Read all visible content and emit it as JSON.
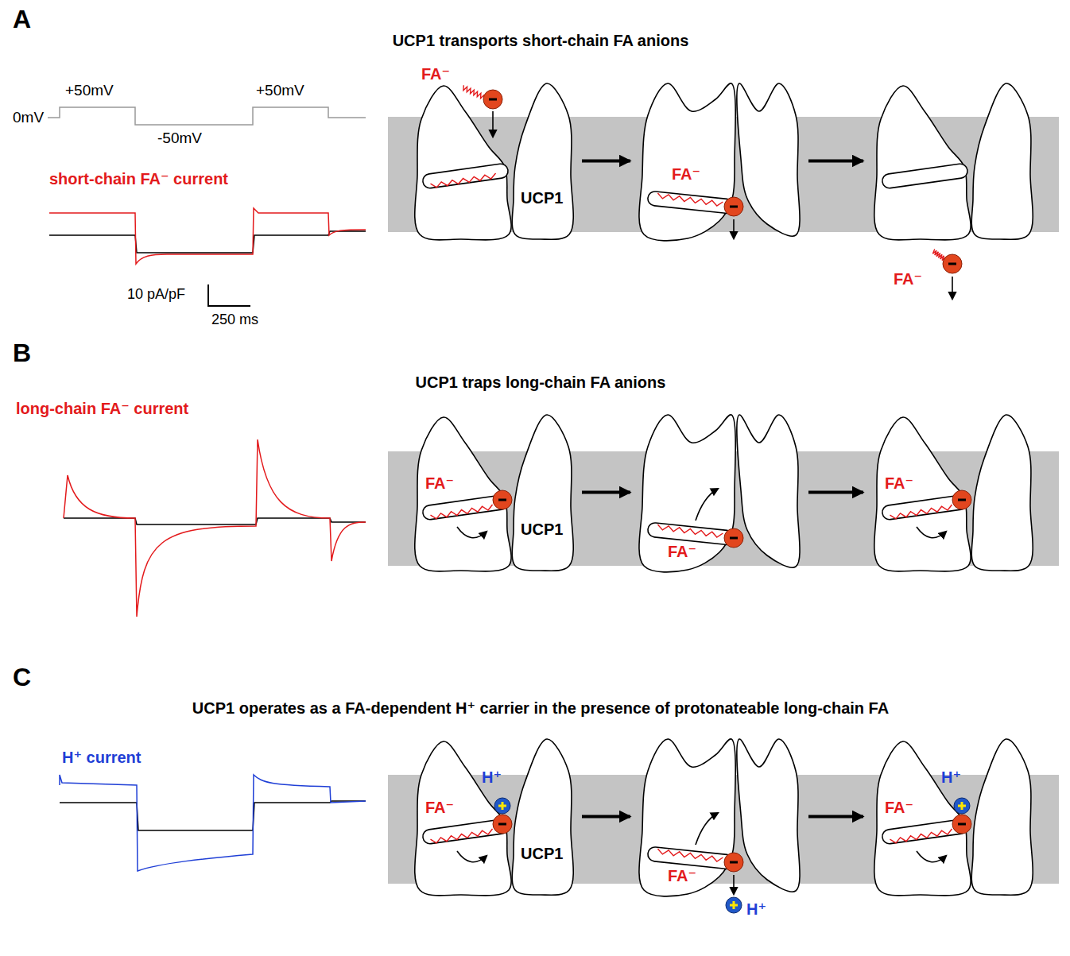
{
  "diagram": {
    "nodes": [
      {
        "text": [
          "FA⁻",
          "UCP1"
        ]
      },
      {
        "text": [
          "FA⁻"
        ]
      },
      {
        "text": [
          "FA⁻"
        ]
      },
      {
        "text": [
          "FA⁻",
          "UCP1"
        ]
      },
      {
        "text": [
          "FA⁻"
        ]
      },
      {
        "text": [
          "FA⁻"
        ]
      },
      {
        "text": [
          "H⁺",
          "FA⁻",
          "UCP1"
        ]
      },
      {
        "text": [
          "FA⁻",
          "H⁺"
        ]
      },
      {
        "text": [
          "H⁺",
          "FA⁻"
        ]
      }
    ],
    "edges": [
      {
        "from": 0,
        "to": 1,
        "arrow": "to"
      },
      {
        "from": 1,
        "to": 2,
        "arrow": "to"
      },
      {
        "from": 3,
        "to": 4,
        "arrow": "to"
      },
      {
        "from": 4,
        "to": 5,
        "arrow": "to"
      },
      {
        "from": 6,
        "to": 7,
        "arrow": "to"
      },
      {
        "from": 7,
        "to": 8,
        "arrow": "to"
      }
    ],
    "labels": [
      "A",
      "UCP1 transports short-chain FA anions",
      "+50mV",
      "+50mV",
      "0mV",
      "-50mV",
      "short-chain FA⁻ current",
      "10 pA/pF",
      "250 ms",
      "B",
      "UCP1 traps long-chain FA anions",
      "long-chain FA⁻ current",
      "C",
      "UCP1 operates as a FA-dependent H⁺ carrier in the presence of protonateable long-chain FA",
      "H⁺ current"
    ]
  }
}
